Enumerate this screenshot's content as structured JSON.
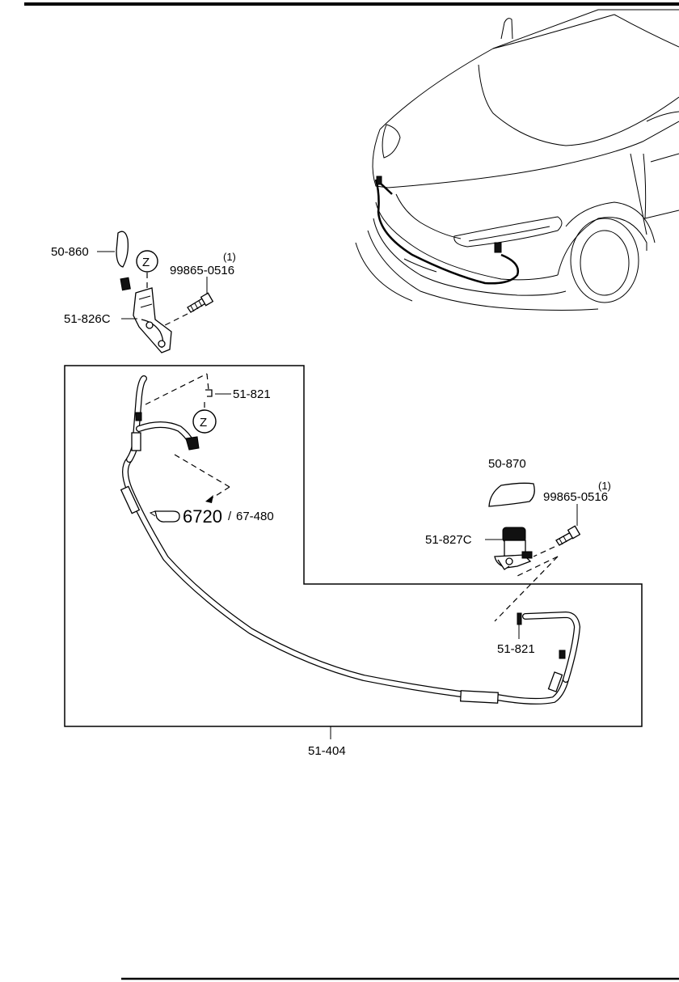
{
  "labels": {
    "washer_cap_left": "50-860",
    "circle_z_top": "Z",
    "bolt_qty_left": "(1)",
    "bolt_left": "99865-0516",
    "nozzle_left": "51-826C",
    "clip_left": "51-821",
    "circle_z_hose": "Z",
    "ref_main": "6720",
    "ref_sep": "/",
    "ref_sub": "67-480",
    "washer_cap_right": "50-870",
    "bolt_qty_right": "(1)",
    "bolt_right": "99865-0516",
    "nozzle_right": "51-827C",
    "clip_right": "51-821",
    "hose_assembly": "51-404"
  }
}
